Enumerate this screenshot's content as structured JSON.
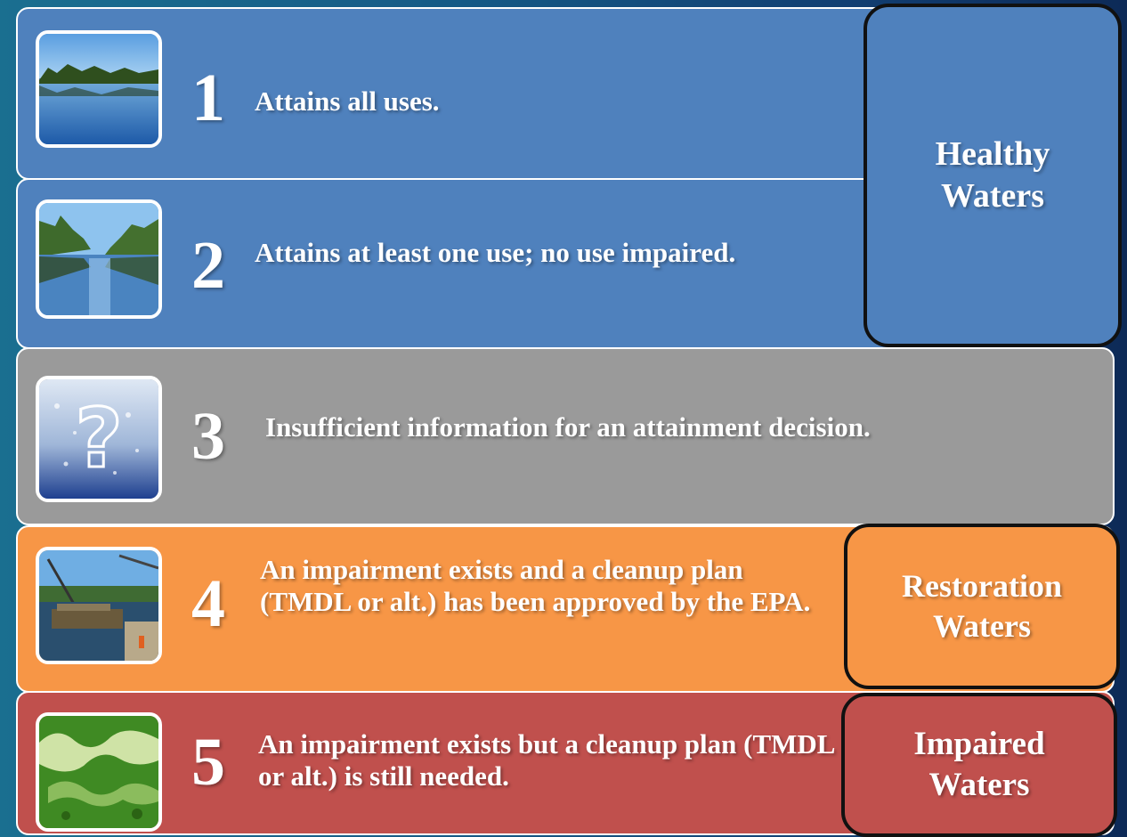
{
  "rows": [
    {
      "number": "1",
      "text": "Attains all uses.",
      "image": "calm-lake-photo"
    },
    {
      "number": "2",
      "text": "Attains at least one use; no use impaired.",
      "image": "river-photo"
    },
    {
      "number": "3",
      "text": "Insufficient information for an attainment decision.",
      "image": "question-mark-water-photo"
    },
    {
      "number": "4",
      "text": "An impairment exists and a cleanup plan (TMDL or alt.) has been approved by the EPA.",
      "image": "cleanup-barge-photo"
    },
    {
      "number": "5",
      "text": "An impairment exists but a cleanup plan (TMDL or alt.) is still needed.",
      "image": "algae-bloom-photo"
    }
  ],
  "categories": {
    "healthy": {
      "line1": "Healthy",
      "line2": "Waters",
      "color": "#4f81bd"
    },
    "restoration": {
      "line1": "Restoration",
      "line2": "Waters",
      "color": "#f79646"
    },
    "impaired": {
      "line1": "Impaired",
      "line2": "Waters",
      "color": "#c0504d"
    }
  },
  "colors": {
    "blue": "#4f81bd",
    "gray": "#9a9a9a",
    "orange": "#f79646",
    "red": "#c0504d"
  }
}
